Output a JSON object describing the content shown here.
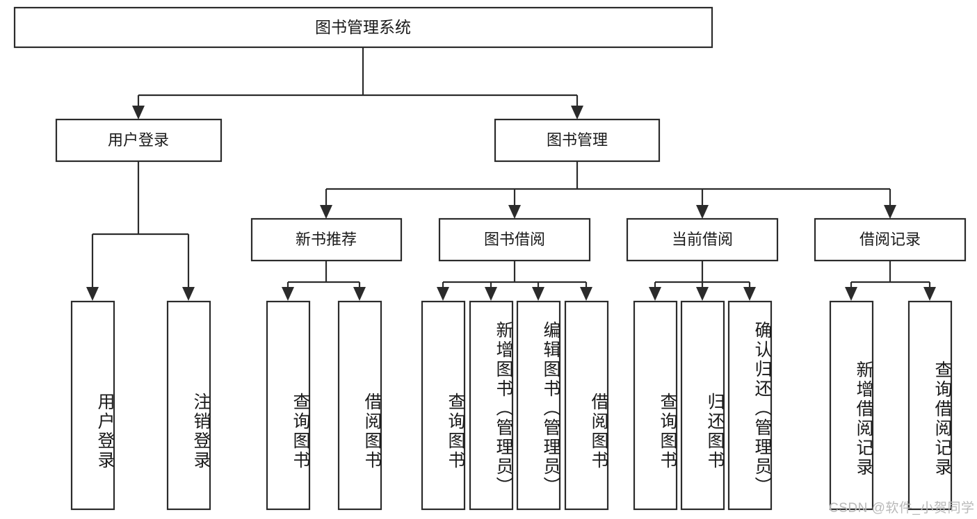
{
  "diagram": {
    "type": "tree-hierarchy",
    "orientation": "top-down",
    "root": {
      "id": "root",
      "label": "图书管理系统"
    },
    "level2": [
      {
        "id": "user-login",
        "label": "用户登录"
      },
      {
        "id": "book-management",
        "label": "图书管理"
      }
    ],
    "level3": [
      {
        "id": "new-book-recommend",
        "label": "新书推荐",
        "parent": "book-management"
      },
      {
        "id": "book-borrow",
        "label": "图书借阅",
        "parent": "book-management"
      },
      {
        "id": "current-borrow",
        "label": "当前借阅",
        "parent": "book-management"
      },
      {
        "id": "borrow-record",
        "label": "借阅记录",
        "parent": "book-management"
      }
    ],
    "leaves": {
      "user-login": [
        {
          "id": "leaf-user-login",
          "label": "用户登录"
        },
        {
          "id": "leaf-logout",
          "label": "注销登录"
        }
      ],
      "new-book-recommend": [
        {
          "id": "leaf-query-book-1",
          "label": "查询图书"
        },
        {
          "id": "leaf-borrow-book-1",
          "label": "借阅图书"
        }
      ],
      "book-borrow": [
        {
          "id": "leaf-query-book-2",
          "label": "查询图书"
        },
        {
          "id": "leaf-add-book",
          "label": "新增图书（管理员）"
        },
        {
          "id": "leaf-edit-book",
          "label": "编辑图书（管理员）"
        },
        {
          "id": "leaf-borrow-book-2",
          "label": "借阅图书"
        }
      ],
      "current-borrow": [
        {
          "id": "leaf-query-book-3",
          "label": "查询图书"
        },
        {
          "id": "leaf-return-book",
          "label": "归还图书"
        },
        {
          "id": "leaf-confirm-return",
          "label": "确认归还（管理员）"
        }
      ],
      "borrow-record": [
        {
          "id": "leaf-add-record",
          "label": "新增借阅记录"
        },
        {
          "id": "leaf-query-record",
          "label": "查询借阅记录"
        }
      ]
    }
  },
  "watermark": {
    "text": "CSDN @软件_小贺同学"
  },
  "colors": {
    "box_stroke": "#2b2b2b",
    "box_fill": "#ffffff",
    "text": "#1a1a1a",
    "background": "#ffffff",
    "watermark": "#b9b9b9"
  }
}
